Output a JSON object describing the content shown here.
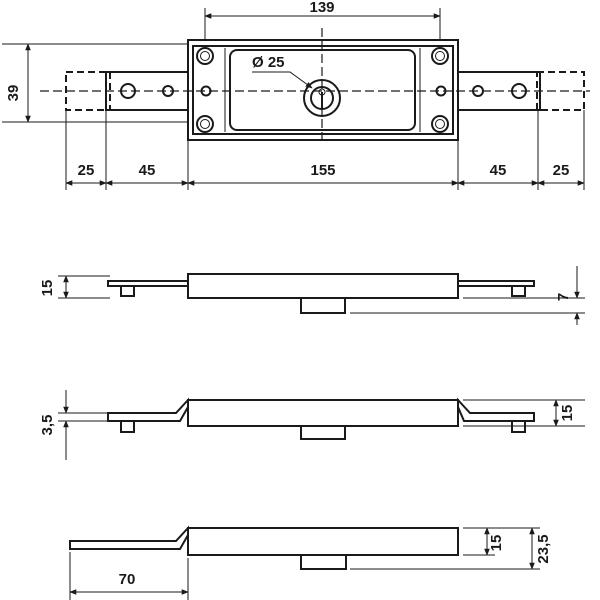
{
  "colors": {
    "line": "#1a1a1a",
    "background": "#ffffff"
  },
  "top_view": {
    "dim_body_holes": "139",
    "dim_height": "39",
    "dim_cylinder": "Ø 25",
    "dim_left_ext": "25",
    "dim_left_arm": "45",
    "dim_body": "155",
    "dim_right_arm": "45",
    "dim_right_ext": "25"
  },
  "side_view_1": {
    "dim_left": "15",
    "dim_right": "7"
  },
  "side_view_2": {
    "dim_left": "3,5",
    "dim_right": "15"
  },
  "side_view_3": {
    "dim_bottom": "70",
    "dim_right_inner": "15",
    "dim_right_outer": "23,5"
  }
}
